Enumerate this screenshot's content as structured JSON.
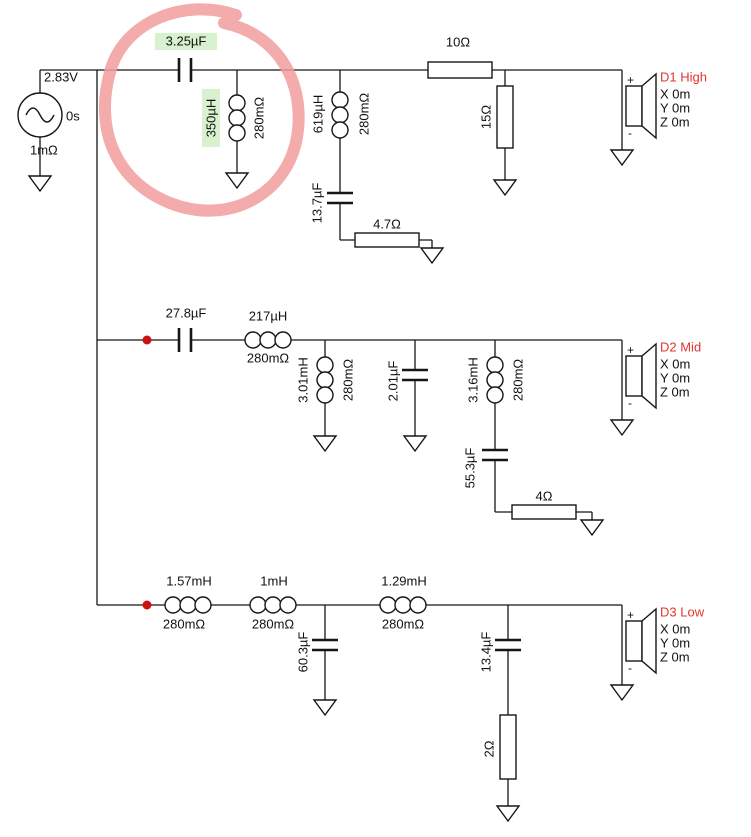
{
  "source": {
    "voltage": "2.83V",
    "time": "0s",
    "impedance": "1mΩ"
  },
  "high": {
    "series_cap": "3.25µF",
    "shunt_ind": "350µH",
    "shunt_ind_res": "280mΩ",
    "ind2": "619µH",
    "ind2_res": "280mΩ",
    "cap2": "13.7µF",
    "res2": "4.7Ω",
    "series_res": "10Ω",
    "shunt_res": "15Ω",
    "driver": {
      "name": "D1 High",
      "x": "X 0m",
      "y": "Y 0m",
      "z": "Z 0m",
      "plus": "+",
      "minus": "-"
    }
  },
  "mid": {
    "series_cap": "27.8µF",
    "series_ind": "217µH",
    "series_ind_res": "280mΩ",
    "shunt_ind": "3.01mH",
    "shunt_ind_res": "280mΩ",
    "shunt_cap": "2.01µF",
    "ind3": "3.16mH",
    "ind3_res": "280mΩ",
    "cap3": "55.3µF",
    "res3": "4Ω",
    "driver": {
      "name": "D2 Mid",
      "x": "X 0m",
      "y": "Y 0m",
      "z": "Z 0m",
      "plus": "+",
      "minus": "-"
    }
  },
  "low": {
    "ind1": "1.57mH",
    "ind1_res": "280mΩ",
    "ind2": "1mH",
    "ind2_res": "280mΩ",
    "ind3": "1.29mH",
    "ind3_res": "280mΩ",
    "cap1": "60.3µF",
    "cap2": "13.4µF",
    "res2": "2Ω",
    "driver": {
      "name": "D3 Low",
      "x": "X 0m",
      "y": "Y 0m",
      "z": "Z 0m",
      "plus": "+",
      "minus": "-"
    }
  },
  "colors": {
    "wire": "#161616",
    "highlight": "#d8f2cf",
    "annotation": "#f19c9c",
    "driver_name": "#e3342f",
    "node_dot": "#cc1111"
  }
}
